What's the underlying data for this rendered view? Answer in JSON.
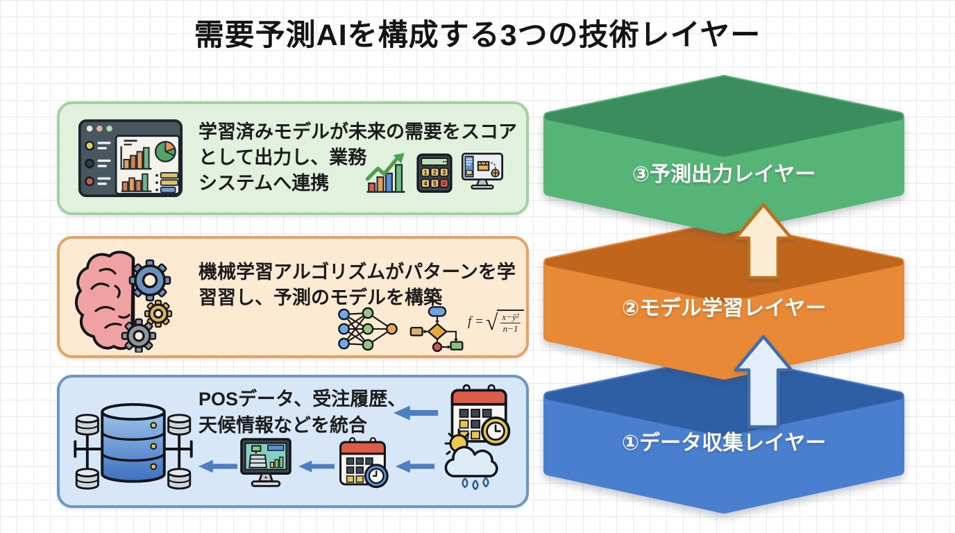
{
  "title": "需要予測AIを構成する3つの技術レイヤー",
  "boxes": [
    {
      "name": "prediction-output-panel",
      "lines": [
        "学習済みモデルが未来の需要をスコア",
        "として出力し、業務",
        "システムへ連携"
      ],
      "bg": "#e2f1de",
      "border": "#a5cfa5",
      "icons": [
        "dashboard-icon",
        "growth-chart-icon",
        "calculator-icon",
        "monitor-package-icon"
      ],
      "calc_keys": [
        "1",
        "2",
        "3",
        "4",
        "5",
        "="
      ]
    },
    {
      "name": "model-training-panel",
      "lines": [
        "機械学習アルゴリズムがパターンを学",
        "習習し、予測のモデルを構築"
      ],
      "bg": "#fcead2",
      "border": "#e3a365",
      "icons": [
        "brain-gears-icon",
        "neural-network-icon",
        "flowchart-icon",
        "formula-icon"
      ],
      "formula": {
        "lhs": "f =",
        "radical": "√",
        "numerator": "x−ȳ²",
        "denominator": "n−1"
      }
    },
    {
      "name": "data-collection-panel",
      "lines": [
        "POSデータ、受注履歴、",
        "天候情報などを統合"
      ],
      "bg": "#d7e7f7",
      "border": "#6c94c5",
      "icons": [
        "database-cluster-icon",
        "calendar-clock-icon",
        "pos-monitor-icon",
        "weather-icon",
        "left-arrow-icon"
      ]
    }
  ],
  "layers": [
    {
      "label": "③予測出力レイヤー",
      "top_color": "#3c8d5d",
      "front_color": "#55b476"
    },
    {
      "label": "②モデル学習レイヤー",
      "top_color": "#bf661c",
      "front_color": "#e78936"
    },
    {
      "label": "①データ収集レイヤー",
      "top_color": "#2e5fa4",
      "front_color": "#4a7fd0"
    }
  ],
  "flow_arrows": [
    {
      "name": "arrow-data-to-model",
      "fill": "#e4eefb",
      "border": "#3f6cae"
    },
    {
      "name": "arrow-model-to-output",
      "fill": "#fbecd4",
      "border": "#bf6f1e"
    }
  ],
  "text_color": "#1c1c1c"
}
